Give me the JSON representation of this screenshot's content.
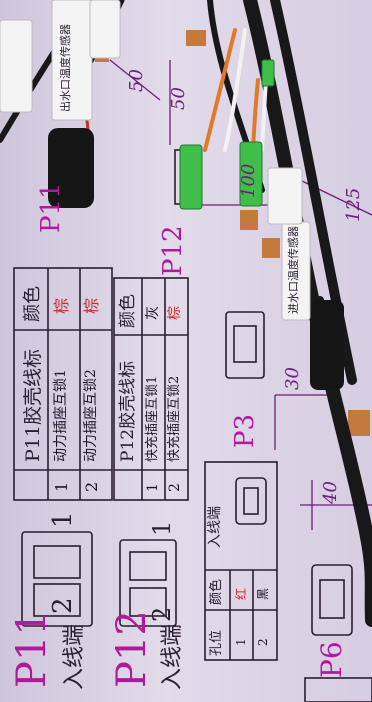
{
  "connectors": {
    "p11": {
      "name": "P11",
      "entry_label": "入线端",
      "pin_a": "1",
      "pin_b": "2"
    },
    "p12": {
      "name": "P12",
      "entry_label": "入线端",
      "pin_a": "1",
      "pin_b": "2"
    },
    "p3": {
      "name": "P3",
      "entry_label": "入线端"
    },
    "p6": {
      "name": "P6"
    }
  },
  "tables": {
    "p11": {
      "title": "P11胶壳线标",
      "color_header": "颜色",
      "rows": [
        {
          "pin": "1",
          "label": "动力插座互锁1",
          "color": "棕"
        },
        {
          "pin": "2",
          "label": "动力插座互锁2",
          "color": "棕"
        }
      ]
    },
    "p12": {
      "title": "P12胶壳线标",
      "color_header": "颜色",
      "rows": [
        {
          "pin": "1",
          "label": "快充插座互锁1",
          "color": "灰"
        },
        {
          "pin": "2",
          "label": "快充插座互锁2",
          "color": "棕"
        }
      ]
    },
    "p3": {
      "col_hole": "孔位",
      "col_color": "颜色",
      "rows": [
        {
          "pin": "1",
          "color": "红"
        },
        {
          "pin": "2",
          "color": "黑"
        }
      ]
    }
  },
  "dimensions": {
    "d50a": "50",
    "d50b": "50",
    "d100": "100",
    "d125": "125",
    "d30": "30",
    "d40": "40"
  },
  "wire_tags": {
    "outlet_sensor": "出水口温度传感器",
    "inlet_sensor": "进水口温度传感器"
  },
  "colors": {
    "background": "#d9cfe6",
    "label_magenta": "#b0199b",
    "wire_harness": "#1a1a1a",
    "green_connector": "#3fbf4a",
    "orange_wire": "#e07a2a",
    "red_text": "#d2262a"
  }
}
